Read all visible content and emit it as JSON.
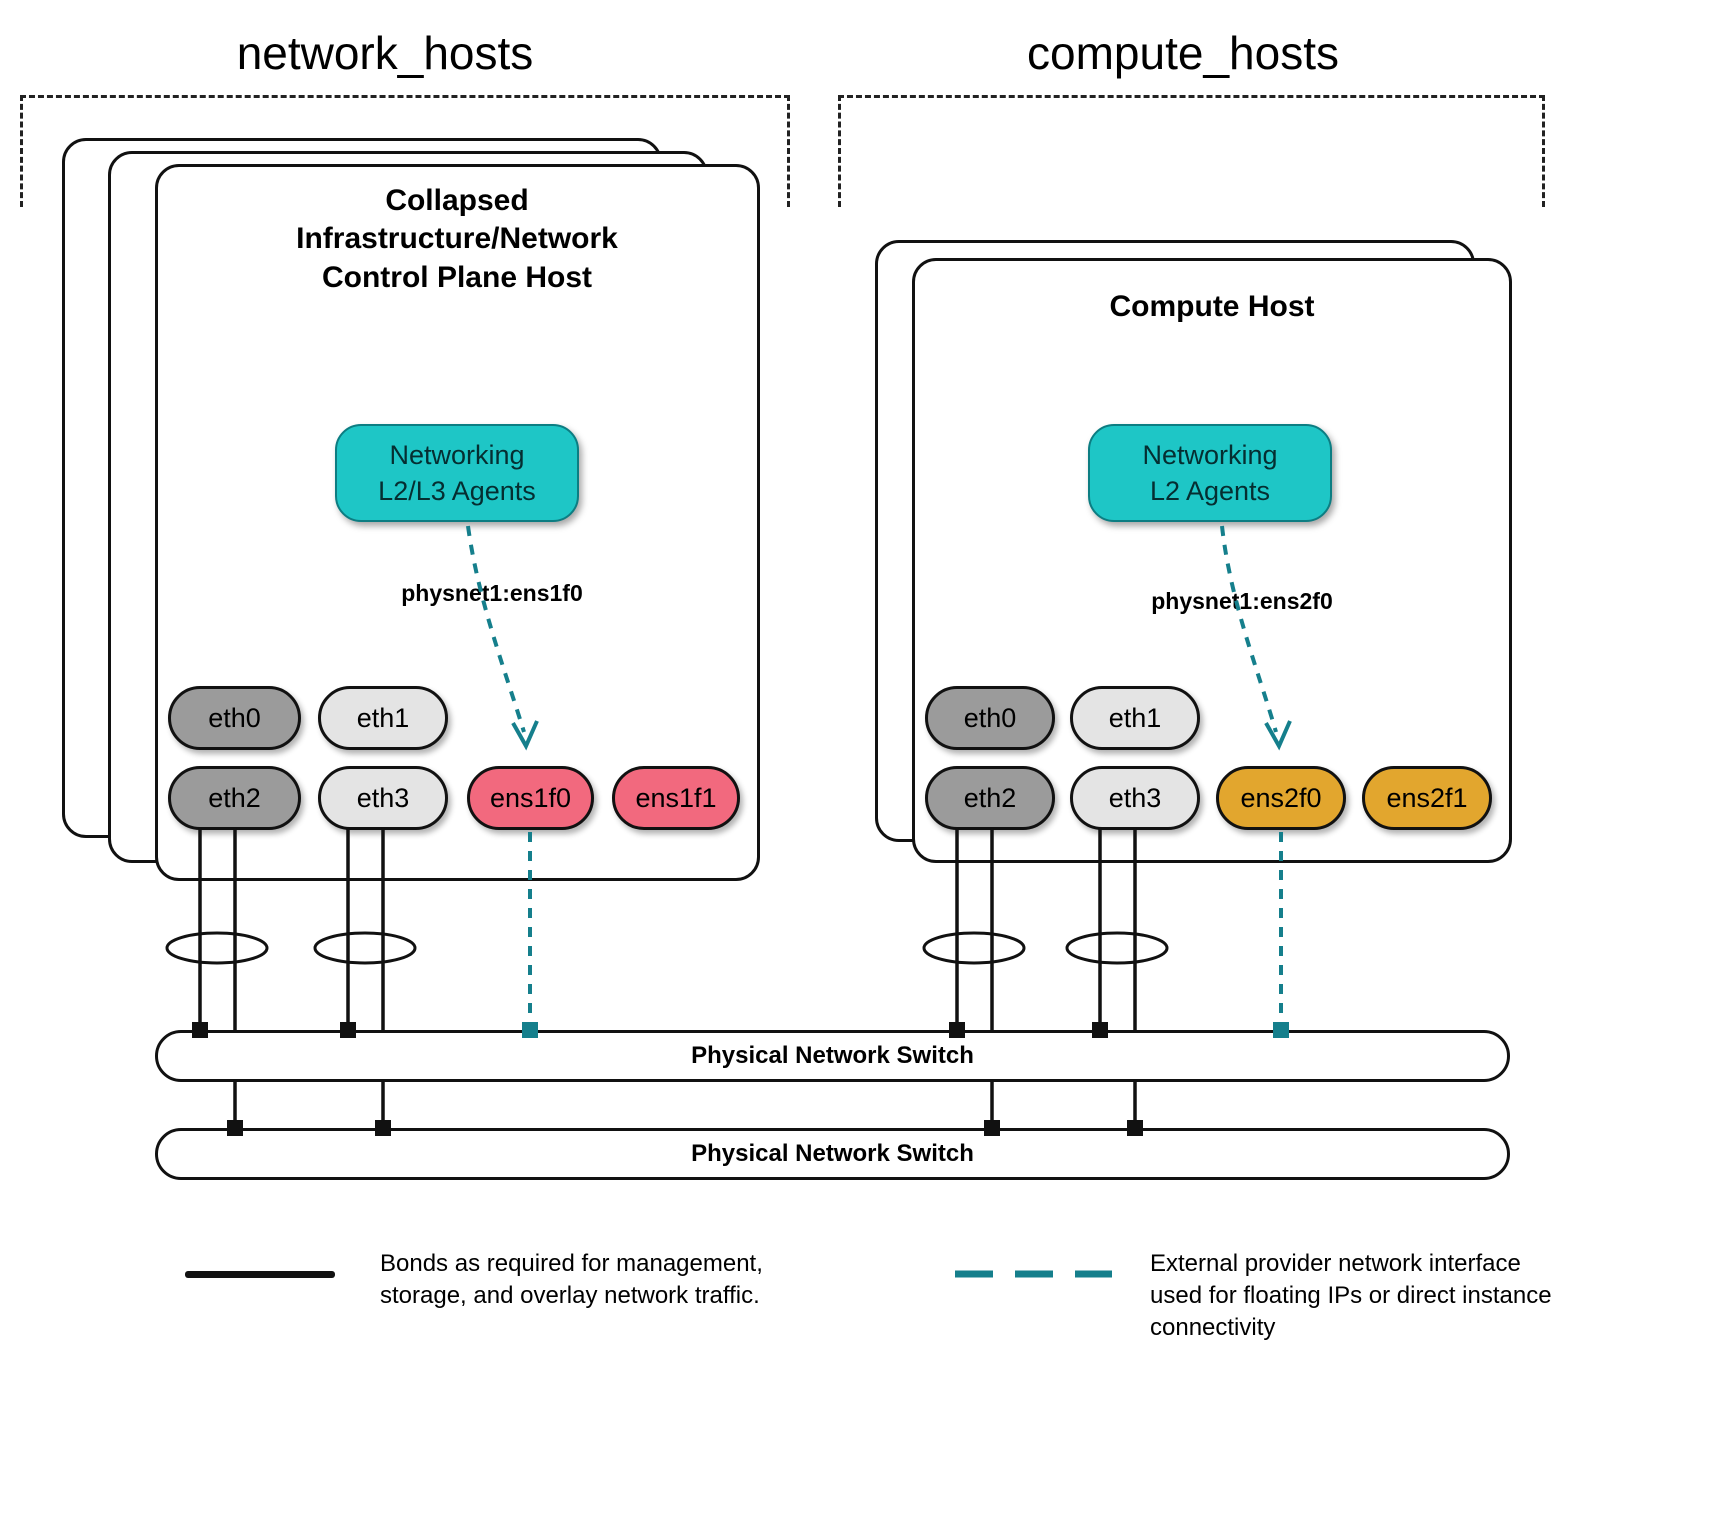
{
  "colors": {
    "teal": "#1ec6c6",
    "teal_dark": "#157f8c",
    "pink": "#f2697e",
    "gold": "#e2a62e",
    "gray_dark": "#9b9b9b",
    "gray_light": "#e4e4e4"
  },
  "groups": {
    "network": {
      "label": "network_hosts"
    },
    "compute": {
      "label": "compute_hosts"
    }
  },
  "network_host": {
    "title": "Collapsed Infrastructure/Network Control Plane Host",
    "agent": "Networking\nL2/L3 Agents",
    "physnet": "physnet1:ens1f0",
    "nics": [
      {
        "label": "eth0"
      },
      {
        "label": "eth1"
      },
      {
        "label": "eth2"
      },
      {
        "label": "eth3"
      },
      {
        "label": "ens1f0"
      },
      {
        "label": "ens1f1"
      }
    ]
  },
  "compute_host": {
    "title": "Compute Host",
    "agent": "Networking\nL2 Agents",
    "physnet": "physnet1:ens2f0",
    "nics": [
      {
        "label": "eth0"
      },
      {
        "label": "eth1"
      },
      {
        "label": "eth2"
      },
      {
        "label": "eth3"
      },
      {
        "label": "ens2f0"
      },
      {
        "label": "ens2f1"
      }
    ]
  },
  "switches": [
    {
      "label": "Physical Network Switch"
    },
    {
      "label": "Physical Network Switch"
    }
  ],
  "legend": {
    "bond": "Bonds as required for management, storage, and overlay network traffic.",
    "provider": "External provider network interface used for floating IPs or direct instance connectivity"
  }
}
